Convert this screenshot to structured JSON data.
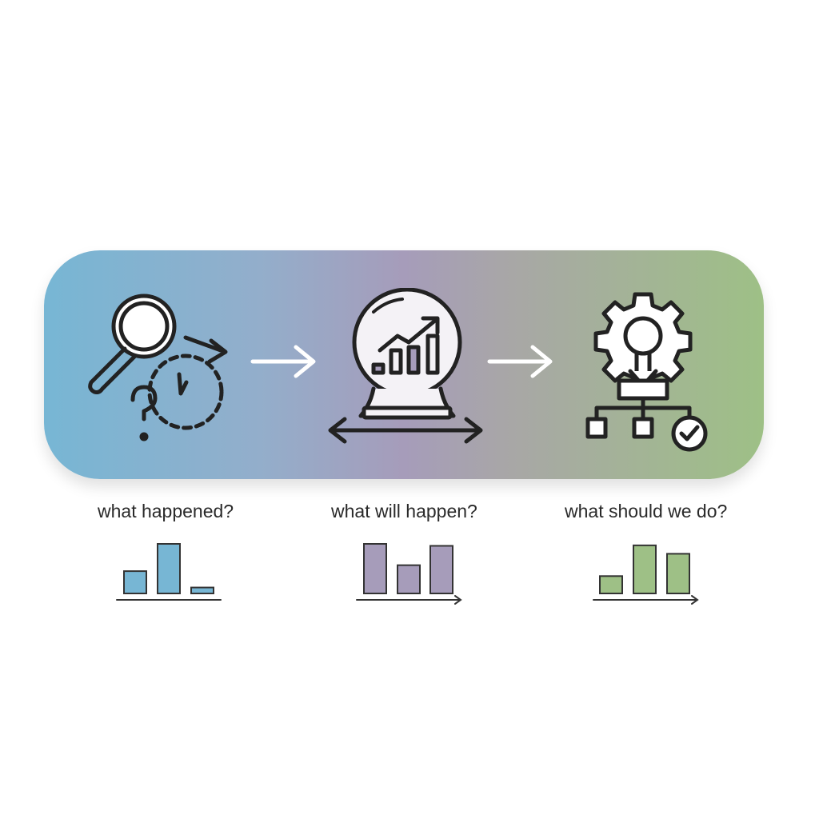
{
  "colors": {
    "stage1": "#77b6d4",
    "stage2": "#a69cba",
    "stage3": "#9ec086",
    "outline": "#222222",
    "arrow_on_band": "#ffffff"
  },
  "stages": [
    {
      "label": "what happened?",
      "icon": "magnifier-clock-question-icon",
      "bar_color": "#77b6d4",
      "bars": [
        0.45,
        1.0,
        0.12
      ]
    },
    {
      "label": "what will happen?",
      "icon": "crystal-ball-chart-icon",
      "bar_color": "#a69cba",
      "bars": [
        1.0,
        0.57,
        0.96
      ]
    },
    {
      "label": "what should we do?",
      "icon": "gear-flowchart-check-icon",
      "bar_color": "#9ec086",
      "bars": [
        0.35,
        0.97,
        0.8
      ]
    }
  ]
}
